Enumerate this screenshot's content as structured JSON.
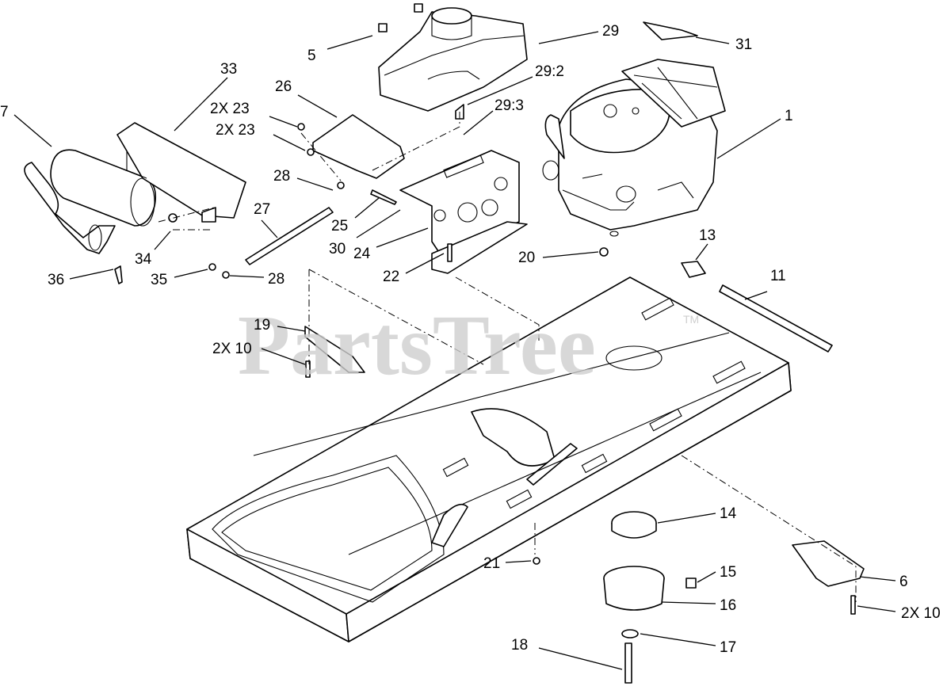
{
  "watermark": {
    "text": "PartsTree",
    "mark": "TM"
  },
  "callouts": [
    {
      "id": "c1",
      "text": "1"
    },
    {
      "id": "c5",
      "text": "5"
    },
    {
      "id": "c6",
      "text": "6"
    },
    {
      "id": "c7",
      "text": "7"
    },
    {
      "id": "c11",
      "text": "11"
    },
    {
      "id": "c13",
      "text": "13"
    },
    {
      "id": "c14",
      "text": "14"
    },
    {
      "id": "c15",
      "text": "15"
    },
    {
      "id": "c16",
      "text": "16"
    },
    {
      "id": "c17",
      "text": "17"
    },
    {
      "id": "c18",
      "text": "18"
    },
    {
      "id": "c19",
      "text": "19"
    },
    {
      "id": "c2x10a",
      "text": "2X 10"
    },
    {
      "id": "c2x10b",
      "text": "2X 10"
    },
    {
      "id": "c20",
      "text": "20"
    },
    {
      "id": "c21",
      "text": "21"
    },
    {
      "id": "c22",
      "text": "22"
    },
    {
      "id": "c2x23a",
      "text": "2X 23"
    },
    {
      "id": "c2x23b",
      "text": "2X 23"
    },
    {
      "id": "c24",
      "text": "24"
    },
    {
      "id": "c25",
      "text": "25"
    },
    {
      "id": "c26",
      "text": "26"
    },
    {
      "id": "c27",
      "text": "27"
    },
    {
      "id": "c28a",
      "text": "28"
    },
    {
      "id": "c28b",
      "text": "28"
    },
    {
      "id": "c29",
      "text": "29"
    },
    {
      "id": "c29_2",
      "text": "29:2"
    },
    {
      "id": "c29_3",
      "text": "29:3"
    },
    {
      "id": "c30",
      "text": "30"
    },
    {
      "id": "c31",
      "text": "31"
    },
    {
      "id": "c33",
      "text": "33"
    },
    {
      "id": "c34",
      "text": "34"
    },
    {
      "id": "c35",
      "text": "35"
    },
    {
      "id": "c36",
      "text": "36"
    }
  ]
}
